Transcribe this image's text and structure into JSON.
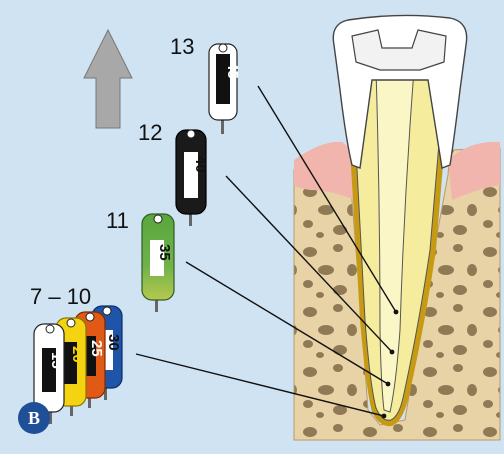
{
  "panel_label": "B",
  "arrow": {
    "direction": "up",
    "color": "#a8a8a8"
  },
  "groups": {
    "g13": "13",
    "g12": "12",
    "g11": "11",
    "g7_10": "7 – 10"
  },
  "files": [
    {
      "size": "45",
      "color": "#ffffff",
      "text_color": "#111111"
    },
    {
      "size": "40",
      "color": "#1a1a1a",
      "text_color": "#ffffff"
    },
    {
      "size": "35",
      "color": "#4e9a3a",
      "text_color": "#ffffff"
    },
    {
      "size": "30",
      "color": "#1e55a8",
      "text_color": "#ffffff"
    },
    {
      "size": "25",
      "color": "#e05a16",
      "text_color": "#111111"
    },
    {
      "size": "20",
      "color": "#f4d310",
      "text_color": "#111111"
    },
    {
      "size": "15",
      "color": "#ffffff",
      "text_color": "#111111"
    }
  ],
  "colors": {
    "background": "#cfe3f3",
    "bone": "#e8d3a6",
    "gum": "#f1b5ad",
    "dentin": "#f5ec9e",
    "root_outline": "#c79a14",
    "crown": "#ffffff"
  }
}
